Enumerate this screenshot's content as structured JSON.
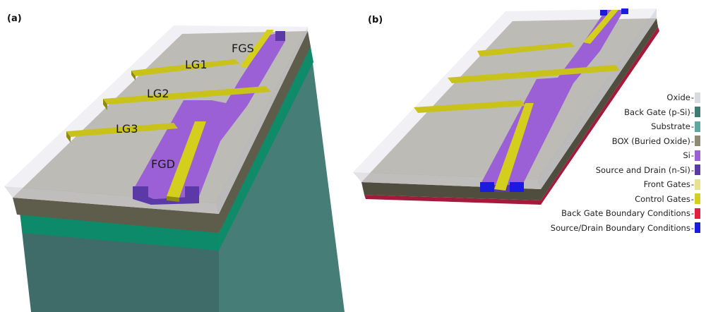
{
  "panels": {
    "a": "(a)",
    "b": "(b)"
  },
  "gate_labels": {
    "fgs": "FGS",
    "lg1": "LG1",
    "lg2": "LG2",
    "lg3": "LG3",
    "fgd": "FGD"
  },
  "legend": [
    {
      "label": "Oxide",
      "color": "#d9d9e0"
    },
    {
      "label": "Back Gate (p-Si)",
      "color": "#3f7a73"
    },
    {
      "label": "Substrate",
      "color": "#5fa8a0"
    },
    {
      "label": "BOX (Buried Oxide)",
      "color": "#8d8c72"
    },
    {
      "label": "Si",
      "color": "#9b5fd6"
    },
    {
      "label": "Source and Drain (n-Si)",
      "color": "#5b3aa8"
    },
    {
      "label": "Front Gates",
      "color": "#e8e290"
    },
    {
      "label": "Control Gates",
      "color": "#d4cf1c"
    },
    {
      "label": "Back Gate Boundary Conditions",
      "color": "#e0203c"
    },
    {
      "label": "Source/Drain Boundary Conditions",
      "color": "#1a1ae0"
    }
  ]
}
